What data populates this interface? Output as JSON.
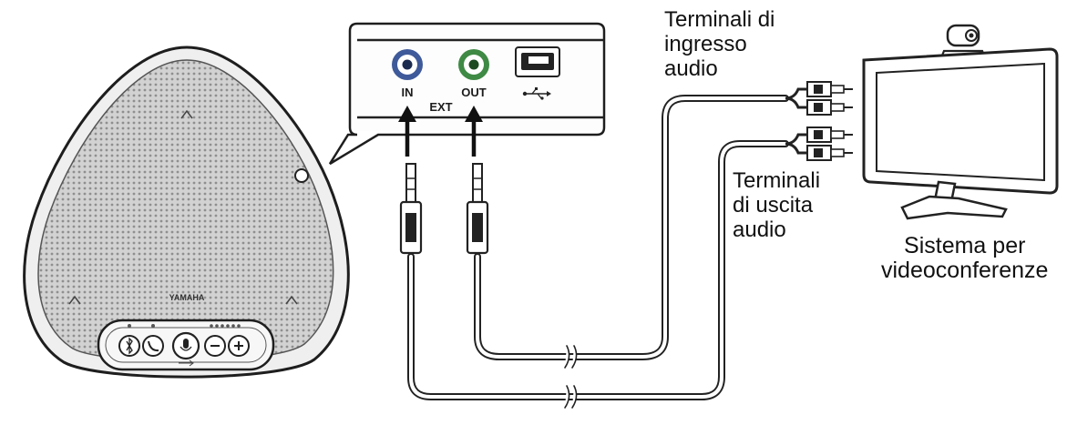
{
  "labels": {
    "audio_input_terminals": "Terminali di\ningresso\naudio",
    "audio_output_terminals": "Terminali\ndi uscita\naudio",
    "video_conference_system": "Sistema per\nvideoconferenze"
  },
  "interface_panel": {
    "in_jack": "IN",
    "ext_label": "EXT",
    "out_jack": "OUT",
    "usb_symbol": "usb-icon"
  },
  "speakerphone": {
    "brand": "YAMAHA"
  },
  "colors": {
    "in_jack_ring": "#3f5a9a",
    "out_jack_ring": "#3f8a45",
    "speaker_mesh": "#c8c8c8",
    "cable": "#2a2a2a"
  }
}
